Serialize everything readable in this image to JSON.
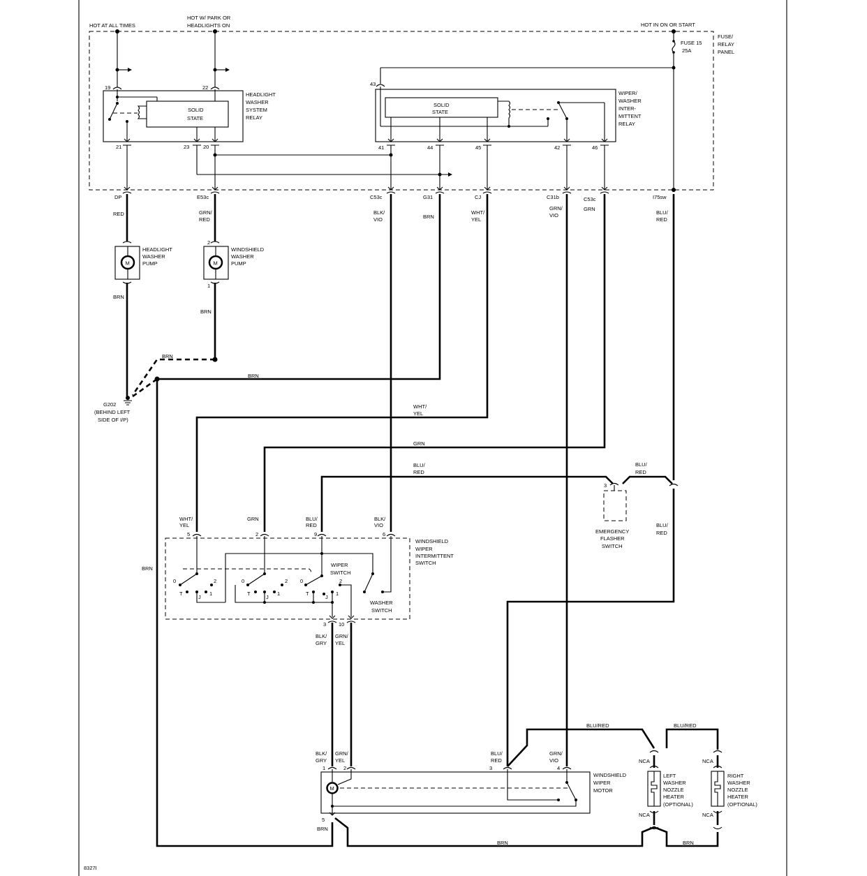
{
  "panel": {
    "hot_at_all_times": "HOT AT ALL TIMES",
    "hot_park": [
      "HOT W/ PARK OR",
      "HEADLIGHTS ON"
    ],
    "hot_run": "HOT IN ON OR START",
    "name": [
      "FUSE/",
      "RELAY",
      "PANEL"
    ],
    "fuse": [
      "FUSE 15",
      "25A"
    ]
  },
  "hw_relay": {
    "name": [
      "HEADLIGHT",
      "WASHER",
      "SYSTEM",
      "RELAY"
    ],
    "solid_state": [
      "SOLID",
      "STATE"
    ],
    "pins": {
      "p19": "19",
      "p22": "22",
      "p21": "21",
      "p23": "23",
      "p20": "20"
    }
  },
  "wiper_relay": {
    "name": [
      "WIPER/",
      "WASHER",
      "INTER-",
      "MITTENT",
      "RELAY"
    ],
    "solid_state": [
      "SOLID",
      "STATE"
    ],
    "pins": {
      "p43": "43",
      "p41": "41",
      "p44": "44",
      "p45": "45",
      "p42": "42",
      "p46": "46"
    }
  },
  "circuits": {
    "dp": "DP",
    "e53c": "E53c",
    "c53c_a": "C53c",
    "g31": "G31",
    "cj": "CJ",
    "c31b": "C31b",
    "c53c_b": "C53c",
    "i75sw": "I75sw"
  },
  "wires": {
    "red": "RED",
    "grn_red": [
      "GRN/",
      "RED"
    ],
    "blk_vio": [
      "BLK/",
      "VIO"
    ],
    "brn": "BRN",
    "wht_yel": [
      "WHT/",
      "YEL"
    ],
    "grn_vio": [
      "GRN/",
      "VIO"
    ],
    "grn": "GRN",
    "blu_red": [
      "BLU/",
      "RED"
    ],
    "blk_gry": [
      "BLK/",
      "GRY"
    ],
    "grn_yel": [
      "GRN/",
      "YEL"
    ],
    "blu_red_inline": "BLU/RED"
  },
  "hl_pump": {
    "name": [
      "HEADLIGHT",
      "WASHER",
      "PUMP"
    ],
    "motor": "M"
  },
  "ws_pump": {
    "name": [
      "WINDSHIELD",
      "WASHER",
      "PUMP"
    ],
    "motor": "M",
    "pin2": "2",
    "pin1": "1"
  },
  "ground": {
    "id": "G202",
    "location": [
      "(BEHIND LEFT",
      "SIDE OF I/P)"
    ]
  },
  "flasher": {
    "name": [
      "EMERGENCY",
      "FLASHER",
      "SWITCH"
    ],
    "pin": "3"
  },
  "int_switch": {
    "name": [
      "WINDSHIELD",
      "WIPER",
      "INTERMITTENT",
      "SWITCH"
    ],
    "pins": {
      "p5": "5",
      "p2": "2",
      "p9": "9",
      "p6": "6",
      "p3": "3",
      "p10": "10"
    },
    "wiper_switch": [
      "WIPER",
      "SWITCH"
    ],
    "washer_switch": [
      "WASHER",
      "SWITCH"
    ],
    "positions": {
      "off": "0",
      "high": "2",
      "t": "T",
      "j": "J",
      "low": "1"
    }
  },
  "motor": {
    "name": [
      "WINDSHIELD",
      "WIPER",
      "MOTOR"
    ],
    "m": "M",
    "pins": {
      "p1": "1",
      "p2": "2",
      "p3": "3",
      "p4": "4",
      "p5": "5"
    }
  },
  "left_heater": {
    "name": [
      "LEFT",
      "WASHER",
      "NOZZLE",
      "HEATER",
      "(OPTIONAL)"
    ],
    "conn": "NCA"
  },
  "right_heater": {
    "name": [
      "RIGHT",
      "WASHER",
      "NOZZLE",
      "HEATER",
      "(OPTIONAL)"
    ],
    "conn": "NCA"
  },
  "footer": {
    "code": "8327I"
  }
}
